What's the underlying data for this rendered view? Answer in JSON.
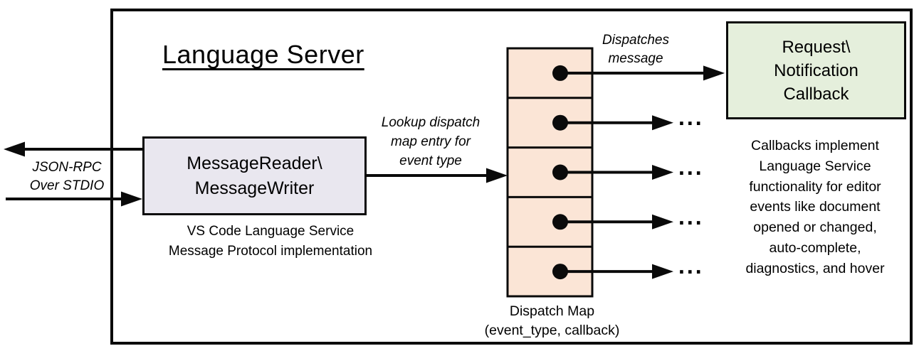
{
  "title": "Language Server",
  "message_reader": {
    "line1": "MessageReader\\",
    "line2": "MessageWriter",
    "caption": [
      "VS Code Language Service",
      "Message Protocol implementation"
    ]
  },
  "callback": {
    "line1": "Request\\",
    "line2": "Notification",
    "line3": "Callback",
    "caption": [
      "Callbacks implement",
      "Language Service",
      "functionality for editor",
      "events like document",
      "opened or changed,",
      "auto-complete,",
      "diagnostics, and hover"
    ]
  },
  "dispatch_map": {
    "label": [
      "Dispatch Map",
      "(event_type, callback)"
    ],
    "cells": 5
  },
  "annotations": {
    "json_rpc": [
      "JSON-RPC",
      "Over STDIO"
    ],
    "lookup": [
      "Lookup dispatch",
      "map entry for",
      "event type"
    ],
    "dispatches": [
      "Dispatches",
      "message"
    ]
  },
  "ellipsis": "...",
  "colors": {
    "message_reader_fill": "#e9e7ef",
    "dispatch_map_fill": "#fbe5d6",
    "callback_fill": "#e5efdc",
    "line": "#0a0a0a"
  }
}
